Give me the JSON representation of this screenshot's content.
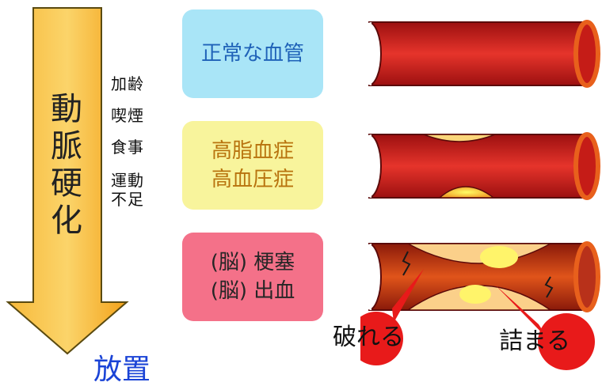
{
  "arrow": {
    "label_chars": [
      "動",
      "脈",
      "硬",
      "化"
    ],
    "fill_color": "#f5a91c",
    "outline_color": "#5a4a10"
  },
  "risk_factors": [
    "加齢",
    "喫煙",
    "食事",
    "運動",
    "不足"
  ],
  "boxes": [
    {
      "lines": [
        "正常な血管"
      ],
      "bg": "#a9e5f7",
      "text_color": "#1f62b8"
    },
    {
      "lines": [
        "高脂血症",
        "高血圧症"
      ],
      "bg": "#f8f49c",
      "text_color": "#b8730e"
    },
    {
      "lines": [
        "(脳) 梗塞",
        "(脳) 出血"
      ],
      "bg": "#f47189",
      "text_color": "#262626"
    }
  ],
  "vessel_colors": {
    "wall": "#c7191b",
    "rim": "#e8601c",
    "plaque": "#fbd67a"
  },
  "bubbles": {
    "rupture": "破れる",
    "blockage": "詰まる",
    "color": "#e81a1a"
  },
  "bottom_text": "放置"
}
